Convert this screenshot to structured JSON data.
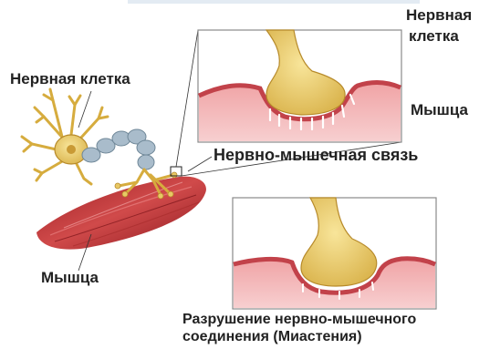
{
  "labels": {
    "nerve_cell_left": "Нервная клетка",
    "nerve_cell_inset_line1": "Нервная",
    "nerve_cell_inset_line2": "клетка",
    "muscle_inset": "Мышца",
    "nm_junction": "Нервно-мышечная связь",
    "muscle_left": "Мышца",
    "caption_line1": "Разрушение нервно-мышечного",
    "caption_line2": "соединения (Миастения)"
  },
  "colors": {
    "neuron": "#e8c865",
    "neuron_outline": "#b78a2a",
    "axon_sheath": "#9eb3c2",
    "muscle": "#c23a3a",
    "muscle_pink": "#e4878a",
    "inset_border": "#8a8a8a"
  }
}
